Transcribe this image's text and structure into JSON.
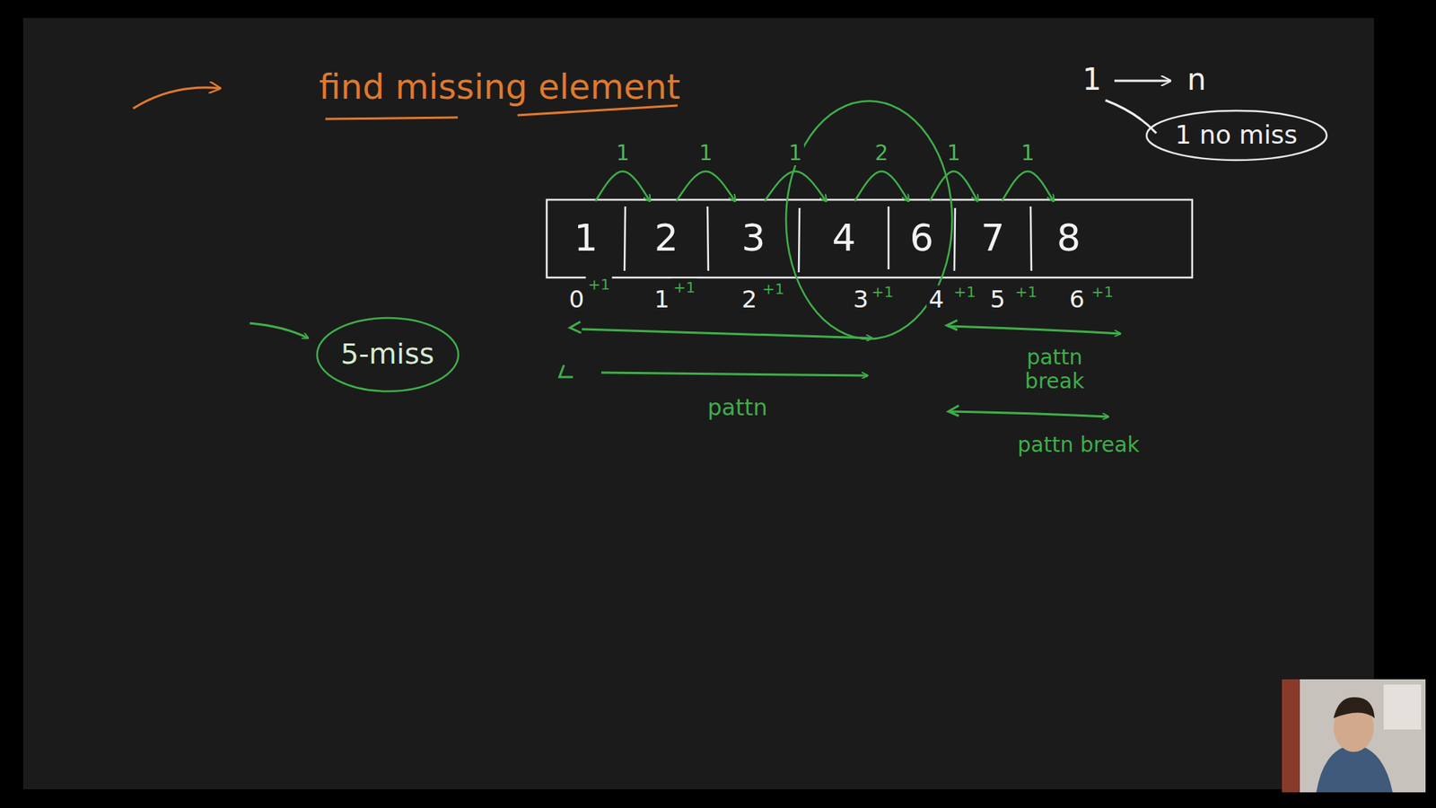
{
  "diagram": {
    "title": "find missing element",
    "nodes": [
      {
        "text": [
          "1 no miss"
        ]
      },
      {
        "text": [
          "1"
        ]
      },
      {
        "text": [
          "2"
        ]
      },
      {
        "text": [
          "3"
        ]
      },
      {
        "text": [
          "4"
        ]
      },
      {
        "text": [
          "6"
        ]
      },
      {
        "text": [
          "7"
        ]
      },
      {
        "text": [
          "8"
        ]
      },
      {
        "text": [
          "5-miss"
        ]
      }
    ],
    "edges": [
      {
        "from": 1,
        "to": 2,
        "arrow": "to",
        "label": "1"
      },
      {
        "from": 2,
        "to": 3,
        "arrow": "to",
        "label": "1"
      },
      {
        "from": 3,
        "to": 4,
        "arrow": "to",
        "label": "1"
      },
      {
        "from": 4,
        "to": 5,
        "arrow": "to",
        "label": "2"
      },
      {
        "from": 5,
        "to": 6,
        "arrow": "to",
        "label": "1"
      },
      {
        "from": 6,
        "to": 7,
        "arrow": "to",
        "label": "1"
      }
    ],
    "labels": [
      "1",
      "n",
      "0",
      "+1",
      "1",
      "+1",
      "2",
      "+1",
      "3",
      "+1",
      "4",
      "+1",
      "5",
      "+1",
      "6",
      "+1",
      "pattn",
      "pattn break",
      "pattn break"
    ]
  }
}
